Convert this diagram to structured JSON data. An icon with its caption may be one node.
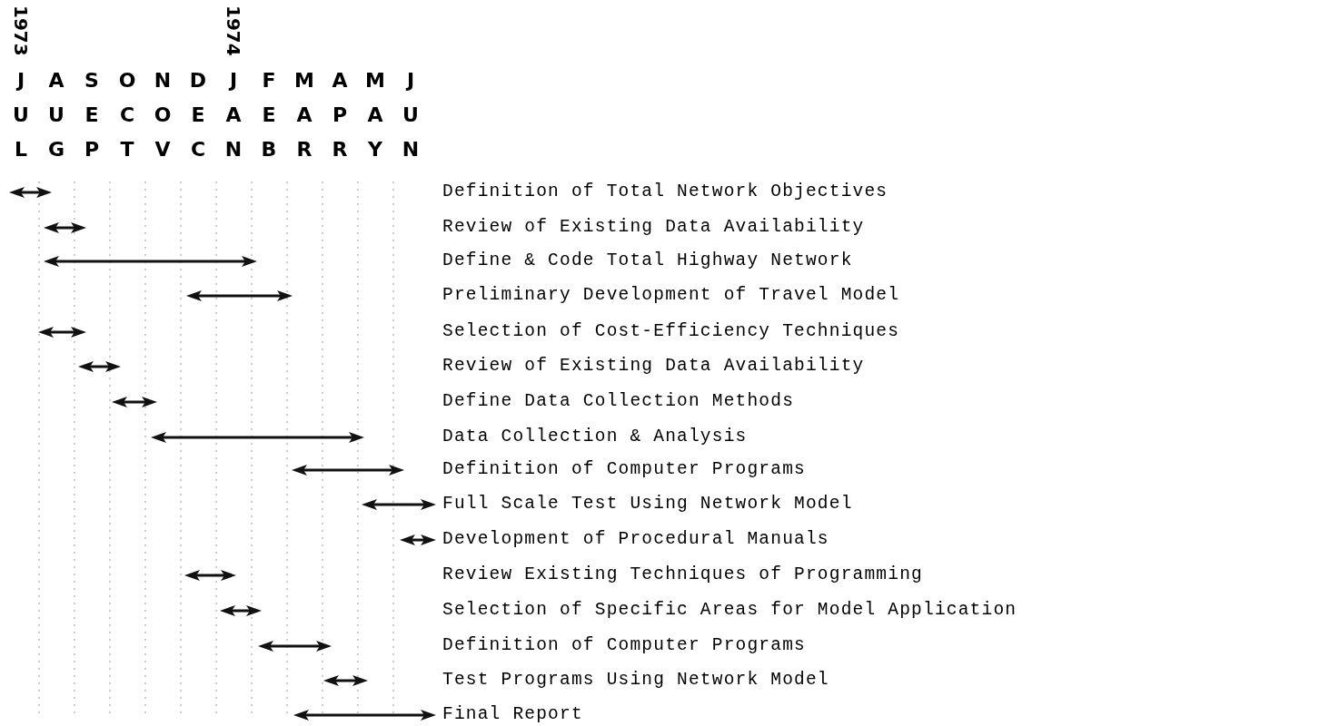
{
  "diagram": {
    "labels": [
      "1973",
      "1974",
      "JUL",
      "AUG",
      "SEP",
      "OCT",
      "NOV",
      "DEC",
      "JAN",
      "FEB",
      "MAR",
      "APR",
      "MAY",
      "JUN",
      "Definition of Total Network Objectives",
      "Review of Existing Data Availability",
      "Define & Code Total Highway Network",
      "Preliminary Development of Travel Model",
      "Selection of Cost-Efficiency Techniques",
      "Review of Existing Data Availability",
      "Define Data Collection Methods",
      "Data Collection & Analysis",
      "Definition of Computer Programs",
      "Full Scale Test Using Network Model",
      "Development of Procedural Manuals",
      "Review Existing Techniques of Programming",
      "Selection of Specific Areas for Model Application",
      "Definition of Computer Programs",
      "Test Programs Using Network Model",
      "Final Report"
    ]
  }
}
